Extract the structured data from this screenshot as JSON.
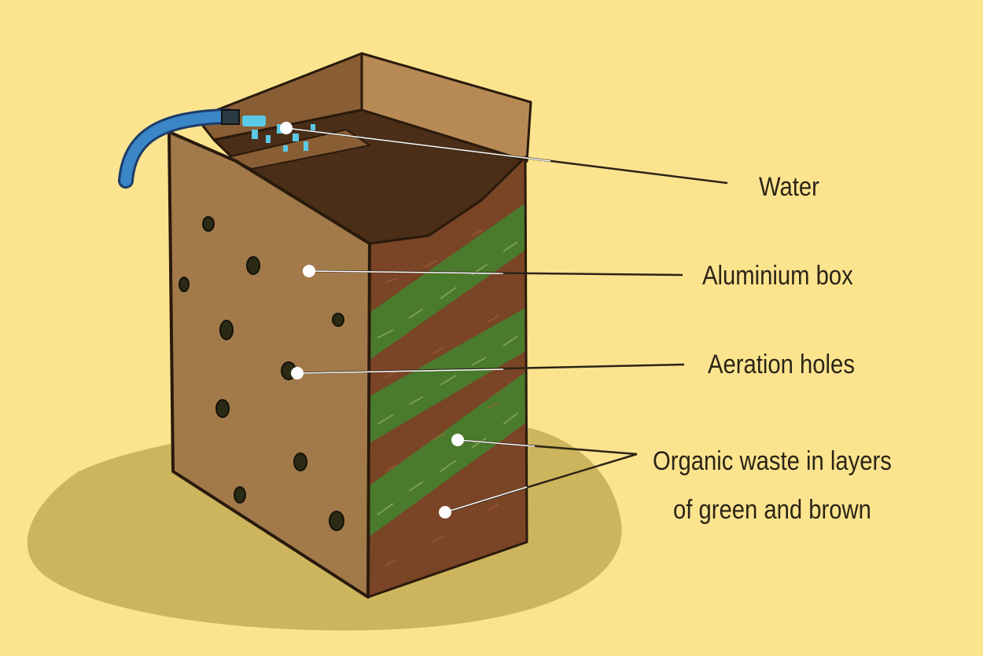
{
  "labels": {
    "water": "Water",
    "aluminium_box": "Aluminium box",
    "aeration_holes": "Aeration holes",
    "organic_waste_line1": "Organic waste in layers",
    "organic_waste_line2": "of green and brown"
  },
  "colors": {
    "background": "#fce48f",
    "shadow": "#cdb55d",
    "box_front": "#a27a4a",
    "box_inner": "#4a2e18",
    "soil_brown": "#7a4426",
    "green_layer": "#4a7a2c",
    "water": "#5bc8e6",
    "hose": "#3a86c6"
  }
}
